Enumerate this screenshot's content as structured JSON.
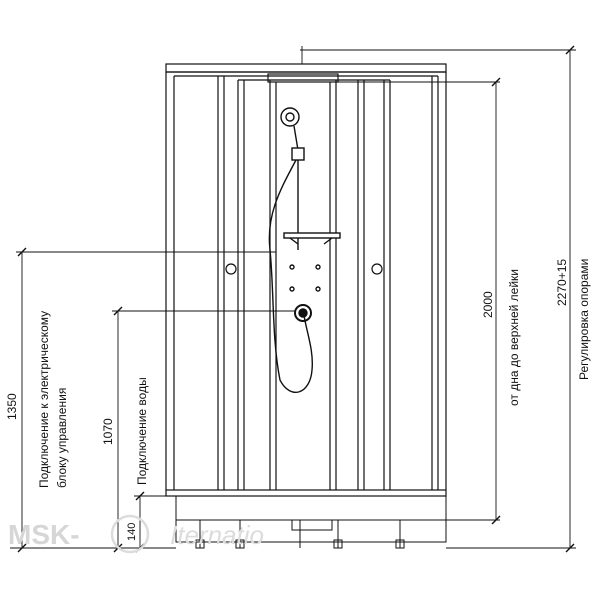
{
  "dimensions": {
    "electric_height": "1350",
    "electric_label_line1": "Подключение к электрическому",
    "electric_label_line2": "блоку управления",
    "water_height": "1070",
    "water_label": "Подключение воды",
    "base_height": "140",
    "height_to_top": "2000",
    "height_to_top_label": "от дна до верхней лейки",
    "total_height": "2270+15",
    "total_height_label": "Регулировка опорами"
  },
  "watermark": {
    "text_left": "MSK-",
    "text_right": "Iternatio"
  },
  "colors": {
    "line": "#111111",
    "watermark": "#d6d6d6"
  }
}
